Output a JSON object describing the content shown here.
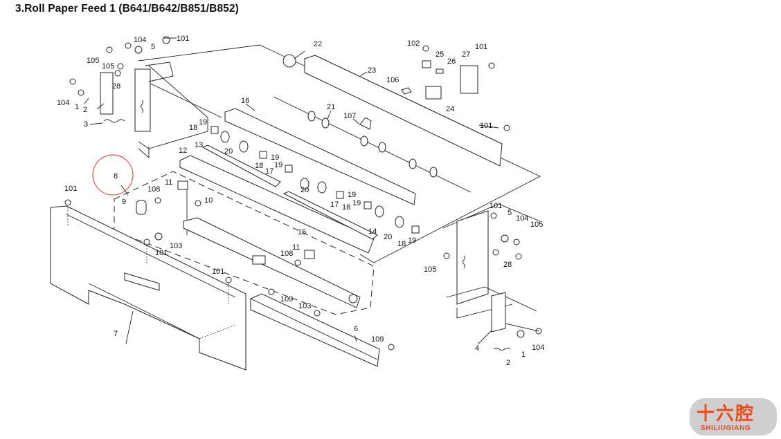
{
  "title": "3.Roll Paper Feed 1 (B641/B642/B851/B852)",
  "highlight": {
    "label": "8",
    "color": "#d9534f"
  },
  "labels": {
    "l101a": "101",
    "l104a": "104",
    "l5a": "5",
    "l105a": "105",
    "l105b": "105",
    "l28a": "28",
    "l104b": "104",
    "l1a": "1",
    "l2a": "2",
    "l3a": "3",
    "l22": "22",
    "l23": "23",
    "l102": "102",
    "l25": "25",
    "l26": "26",
    "l27": "27",
    "l101b": "101",
    "l106": "106",
    "l24": "24",
    "l21": "21",
    "l107": "107",
    "l101c": "101",
    "l16": "16",
    "l19a": "19",
    "l18a": "18",
    "l13": "13",
    "l12": "12",
    "l20a": "20",
    "l19b": "19",
    "l18b": "18",
    "l19c": "19",
    "l17a": "17",
    "l20b": "20",
    "l19d": "19",
    "l17b": "17",
    "l19e": "19",
    "l18c": "18",
    "l14": "14",
    "l20c": "20",
    "l18d": "18",
    "l19f": "19",
    "l15": "15",
    "l11a": "11",
    "l108a": "108",
    "l9": "9",
    "l10": "10",
    "l101d": "101",
    "l103a": "103",
    "l101e": "101",
    "l11b": "11",
    "l108b": "108",
    "l101f": "101",
    "l7": "7",
    "l109a": "109",
    "l103b": "103",
    "l6": "6",
    "l109b": "109",
    "l101g": "101",
    "l5b": "5",
    "l104c": "104",
    "l105c": "105",
    "l105d": "105",
    "l28b": "28",
    "l4": "4",
    "l2b": "2",
    "l1b": "1",
    "l104d": "104"
  },
  "watermark": {
    "chinese": "十六腔",
    "latin": "SHILIUGIANG",
    "color": "#f04a1c"
  }
}
